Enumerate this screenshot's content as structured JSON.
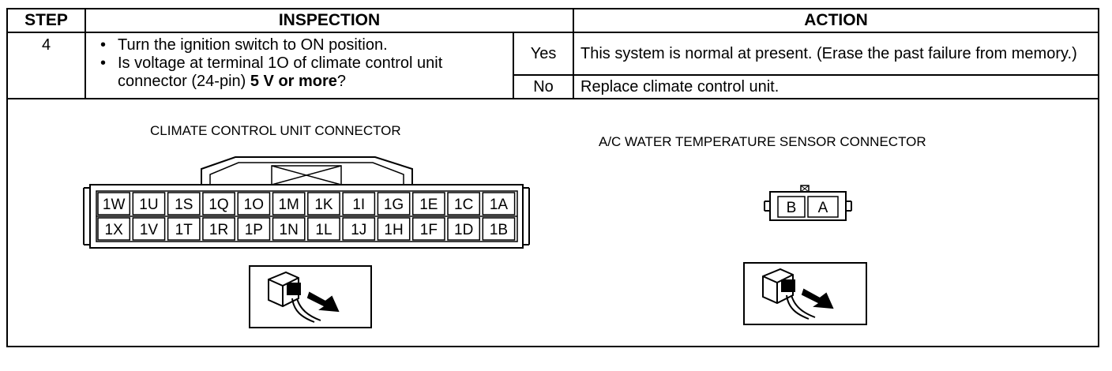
{
  "header": {
    "step": "STEP",
    "inspection": "INSPECTION",
    "action": "ACTION"
  },
  "row": {
    "step_number": "4",
    "bullet_1": "Turn the ignition switch to ON position.",
    "bullet_2_pre": "Is voltage at terminal 1O of climate control unit connector (24-pin) ",
    "bullet_2_bold": "5 V or more",
    "bullet_2_post": "?",
    "yes_label": "Yes",
    "yes_action": "This system is normal at present. (Erase the past failure from memory.)",
    "no_label": "No",
    "no_action": "Replace climate control unit."
  },
  "diagram": {
    "left_title": "CLIMATE CONTROL UNIT CONNECTOR",
    "right_title": "A/C WATER TEMPERATURE SENSOR CONNECTOR",
    "climate_top_row": [
      "1W",
      "1U",
      "1S",
      "1Q",
      "1O",
      "1M",
      "1K",
      "1I",
      "1G",
      "1E",
      "1C",
      "1A"
    ],
    "climate_bottom_row": [
      "1X",
      "1V",
      "1T",
      "1R",
      "1P",
      "1N",
      "1L",
      "1J",
      "1H",
      "1F",
      "1D",
      "1B"
    ],
    "sensor_terminals": [
      "B",
      "A"
    ]
  }
}
